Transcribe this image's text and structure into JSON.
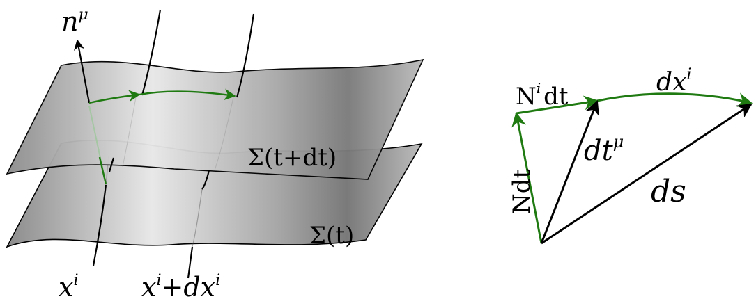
{
  "left_panel": {
    "normal_label": {
      "base": "n",
      "sup": "μ"
    },
    "upper_surface_label": "Σ(t+dt)",
    "lower_surface_label": "Σ(t)",
    "coord_label_1": {
      "base": "x",
      "sup": "i"
    },
    "coord_label_2": {
      "base": "x",
      "sup": "i",
      "op": "+",
      "base2": "dx",
      "sup2": "i"
    }
  },
  "right_panel": {
    "shift_label": {
      "base": "N",
      "sup": "i",
      "rest": "dt"
    },
    "dx_label": {
      "base": "dx",
      "sup": "i"
    },
    "dt_label": {
      "base": "dt",
      "sup": "μ"
    },
    "lapse_label": "Ndt",
    "ds_label": "ds"
  },
  "colors": {
    "green": "#1f7a12",
    "black": "#000000",
    "surface_light": "#e6e6e6",
    "surface_dark": "#7a7a7a"
  }
}
